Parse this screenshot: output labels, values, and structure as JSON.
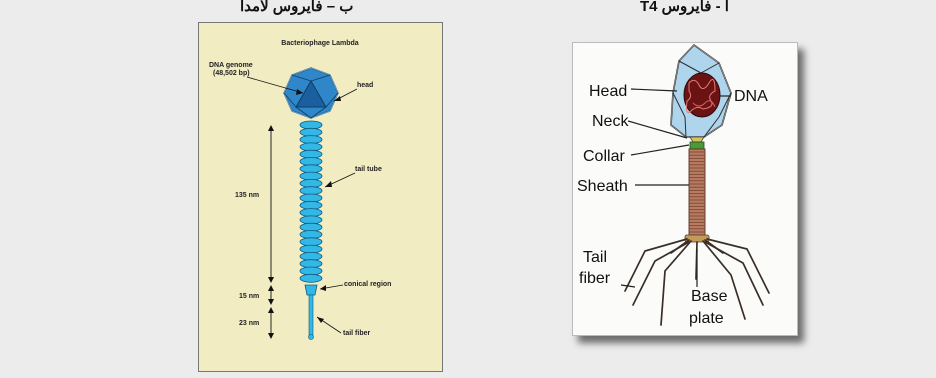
{
  "captions": {
    "left": "ب – فايروس لامدا",
    "right": "أ - فايروس T4"
  },
  "lambda": {
    "title": "Bacteriophage Lambda",
    "dna_genome": "DNA genome",
    "dna_size": "(48,502 bp)",
    "head": "head",
    "tail_tube": "tail tube",
    "conical_region": "conical region",
    "tail_fiber": "tail fiber",
    "dim_tail": "135 nm",
    "dim_cone": "15 nm",
    "dim_fiber": "23 nm",
    "colors": {
      "background": "#f2ecc2",
      "capsid": "#2f86c8",
      "tail": "#33b7e4"
    }
  },
  "t4": {
    "head": "Head",
    "dna": "DNA",
    "neck": "Neck",
    "collar": "Collar",
    "sheath": "Sheath",
    "tail": "Tail",
    "fiber": "fiber",
    "base": "Base",
    "plate": "plate",
    "colors": {
      "capsid": "#aed5ec",
      "dna": "#8e1a1a",
      "sheath": "#b97b62",
      "collar": "#4a9a3a"
    }
  }
}
